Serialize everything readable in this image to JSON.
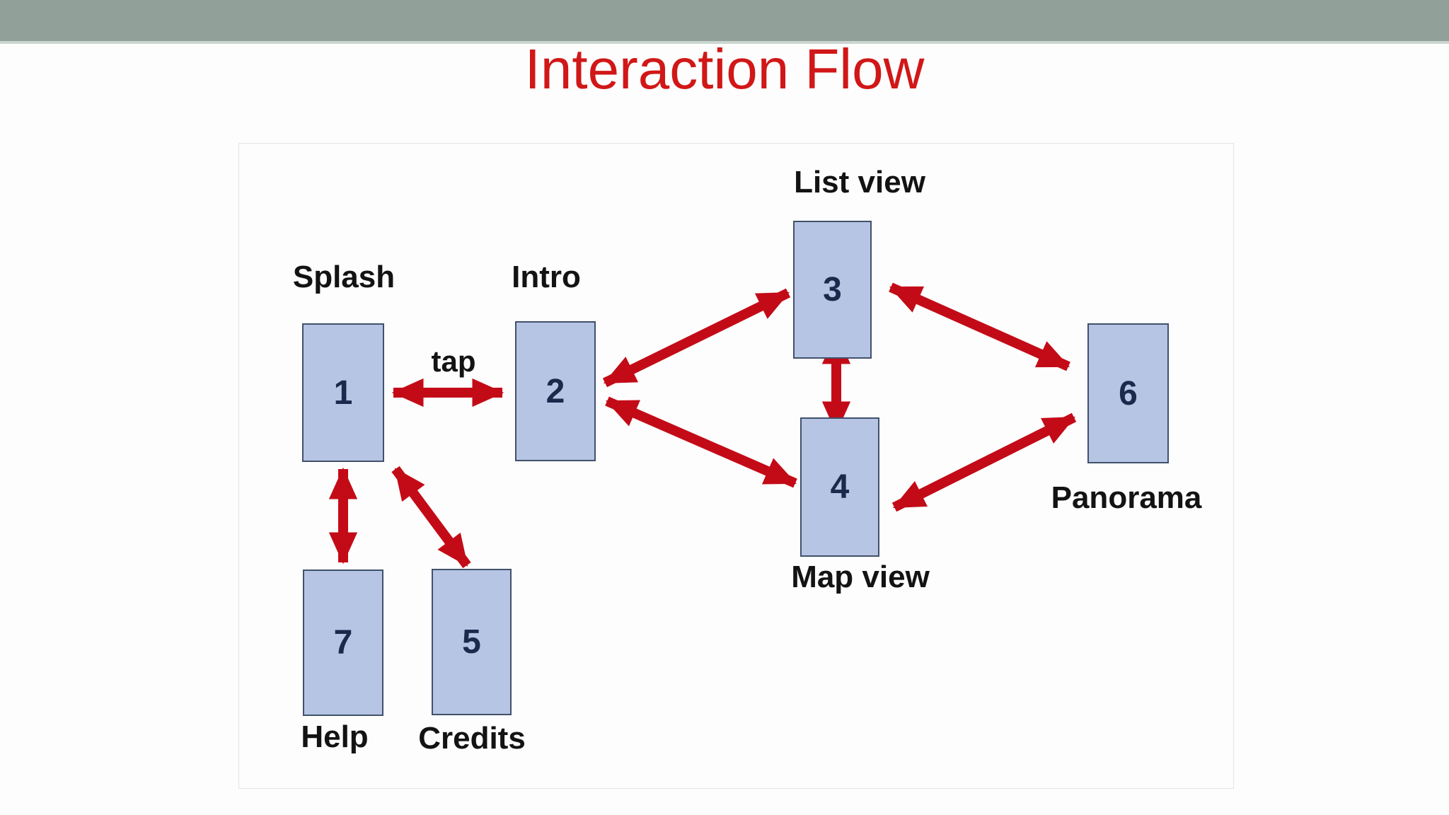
{
  "title": "Interaction Flow",
  "colors": {
    "top_bar": "#91a098",
    "top_bar_edge": "#cbd5cf",
    "title_text": "#d11717",
    "arrow": "#c30b17",
    "node_fill": "#b5c5e3",
    "node_border": "#42516b",
    "node_number_text": "#1b2a4c",
    "label_text": "#131313",
    "panel_border": "#e4e4e8",
    "background": "#fdfdfd"
  },
  "diagram": {
    "nodes": [
      {
        "number": "1",
        "label": "Splash"
      },
      {
        "number": "2",
        "label": "Intro"
      },
      {
        "number": "3",
        "label": "List view"
      },
      {
        "number": "4",
        "label": "Map view"
      },
      {
        "number": "5",
        "label": "Credits"
      },
      {
        "number": "6",
        "label": "Panorama"
      },
      {
        "number": "7",
        "label": "Help"
      }
    ],
    "edges": [
      {
        "from": "1",
        "to": "2",
        "label": "tap",
        "bidirectional": true
      },
      {
        "from": "1",
        "to": "7",
        "label": "",
        "bidirectional": true
      },
      {
        "from": "1",
        "to": "5",
        "label": "",
        "bidirectional": true
      },
      {
        "from": "2",
        "to": "3",
        "label": "",
        "bidirectional": true
      },
      {
        "from": "2",
        "to": "4",
        "label": "",
        "bidirectional": true
      },
      {
        "from": "3",
        "to": "4",
        "label": "",
        "bidirectional": true
      },
      {
        "from": "3",
        "to": "6",
        "label": "",
        "bidirectional": true
      },
      {
        "from": "4",
        "to": "6",
        "label": "",
        "bidirectional": true
      }
    ]
  }
}
